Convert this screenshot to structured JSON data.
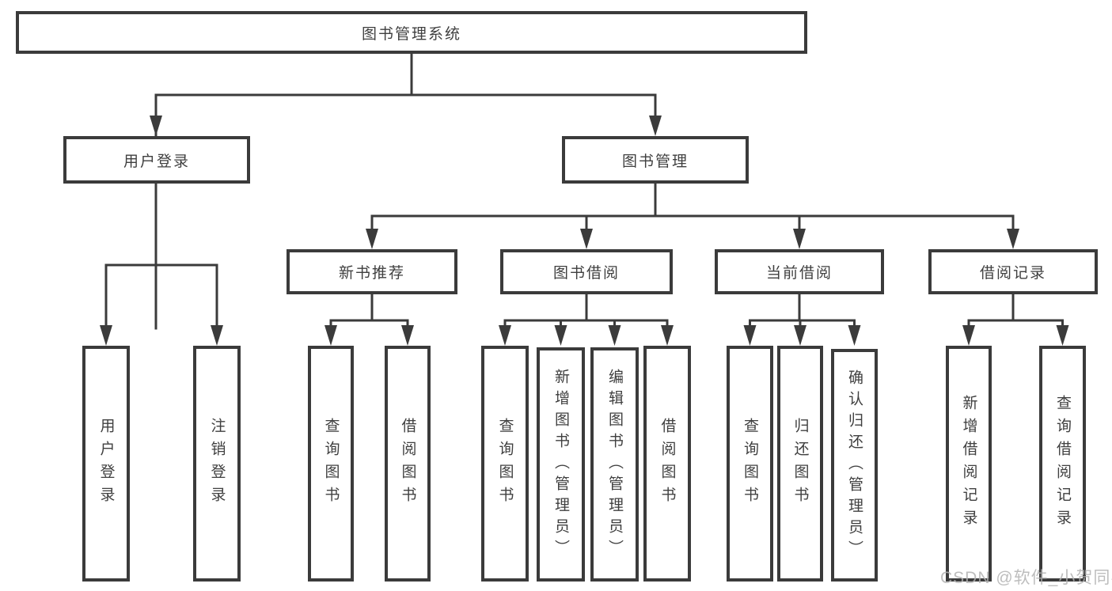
{
  "tree": {
    "label": "图书管理系统",
    "children": [
      {
        "label": "用户登录",
        "children": [
          {
            "label": "用户登录"
          },
          {
            "label": "注销登录"
          }
        ]
      },
      {
        "label": "图书管理",
        "children": [
          {
            "label": "新书推荐",
            "children": [
              {
                "label": "查询图书"
              },
              {
                "label": "借阅图书"
              }
            ]
          },
          {
            "label": "图书借阅",
            "children": [
              {
                "label": "查询图书"
              },
              {
                "label": "新增图书（管理员）"
              },
              {
                "label": "编辑图书（管理员）"
              },
              {
                "label": "借阅图书"
              }
            ]
          },
          {
            "label": "当前借阅",
            "children": [
              {
                "label": "查询图书"
              },
              {
                "label": "归还图书"
              },
              {
                "label": "确认归还（管理员）"
              }
            ]
          },
          {
            "label": "借阅记录",
            "children": [
              {
                "label": "新增借阅记录"
              },
              {
                "label": "查询借阅记录"
              }
            ]
          }
        ]
      }
    ]
  },
  "watermark": {
    "text": "CSDN @软件_小贺同学"
  },
  "colors": {
    "line": "#3b3b3b",
    "text": "#3f3f3f",
    "watermark": "#b2b2b2",
    "background": "#ffffff"
  }
}
